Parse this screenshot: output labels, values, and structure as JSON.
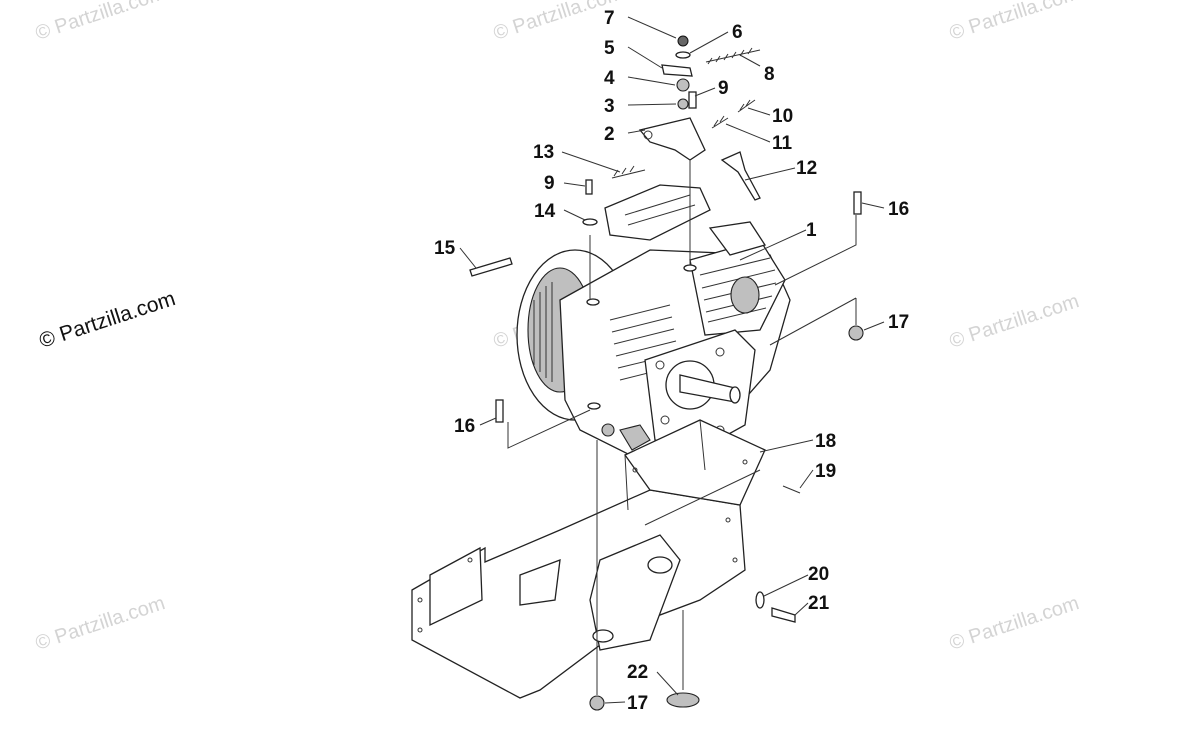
{
  "watermark": {
    "main": "© Partzilla.com",
    "tile": "© Partzilla.com"
  },
  "callouts": [
    {
      "id": "7",
      "text": "7"
    },
    {
      "id": "6",
      "text": "6"
    },
    {
      "id": "5",
      "text": "5"
    },
    {
      "id": "8",
      "text": "8"
    },
    {
      "id": "4",
      "text": "4"
    },
    {
      "id": "9a",
      "text": "9"
    },
    {
      "id": "3",
      "text": "3"
    },
    {
      "id": "10",
      "text": "10"
    },
    {
      "id": "2",
      "text": "2"
    },
    {
      "id": "11",
      "text": "11"
    },
    {
      "id": "13",
      "text": "13"
    },
    {
      "id": "12",
      "text": "12"
    },
    {
      "id": "9b",
      "text": "9"
    },
    {
      "id": "16a",
      "text": "16"
    },
    {
      "id": "14",
      "text": "14"
    },
    {
      "id": "1",
      "text": "1"
    },
    {
      "id": "15",
      "text": "15"
    },
    {
      "id": "17a",
      "text": "17"
    },
    {
      "id": "16b",
      "text": "16"
    },
    {
      "id": "18",
      "text": "18"
    },
    {
      "id": "19",
      "text": "19"
    },
    {
      "id": "20",
      "text": "20"
    },
    {
      "id": "21",
      "text": "21"
    },
    {
      "id": "22",
      "text": "22"
    },
    {
      "id": "17b",
      "text": "17"
    }
  ]
}
